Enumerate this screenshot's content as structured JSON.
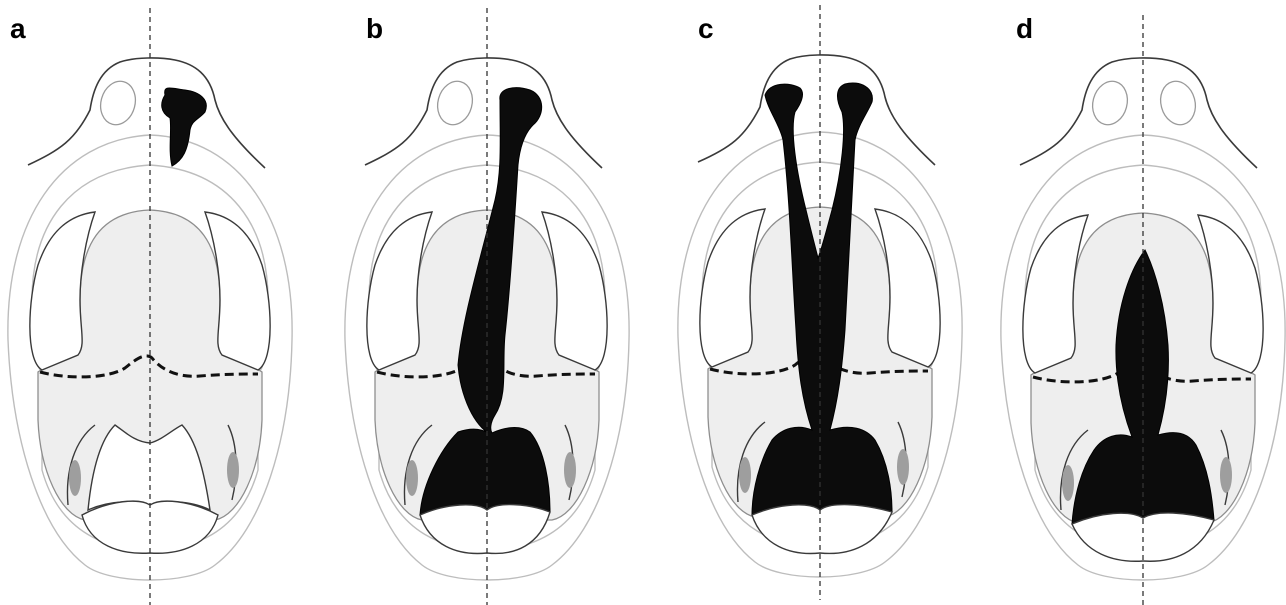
{
  "panels": [
    {
      "id": "a",
      "label": "a"
    },
    {
      "id": "b",
      "label": "b"
    },
    {
      "id": "c",
      "label": "c"
    },
    {
      "id": "d",
      "label": "d"
    }
  ],
  "colors": {
    "cleft": "#0c0c0c",
    "palate_fill": "#eeeeee",
    "tonsil": "#9e9e9e",
    "outline": "#bdbdbd"
  }
}
